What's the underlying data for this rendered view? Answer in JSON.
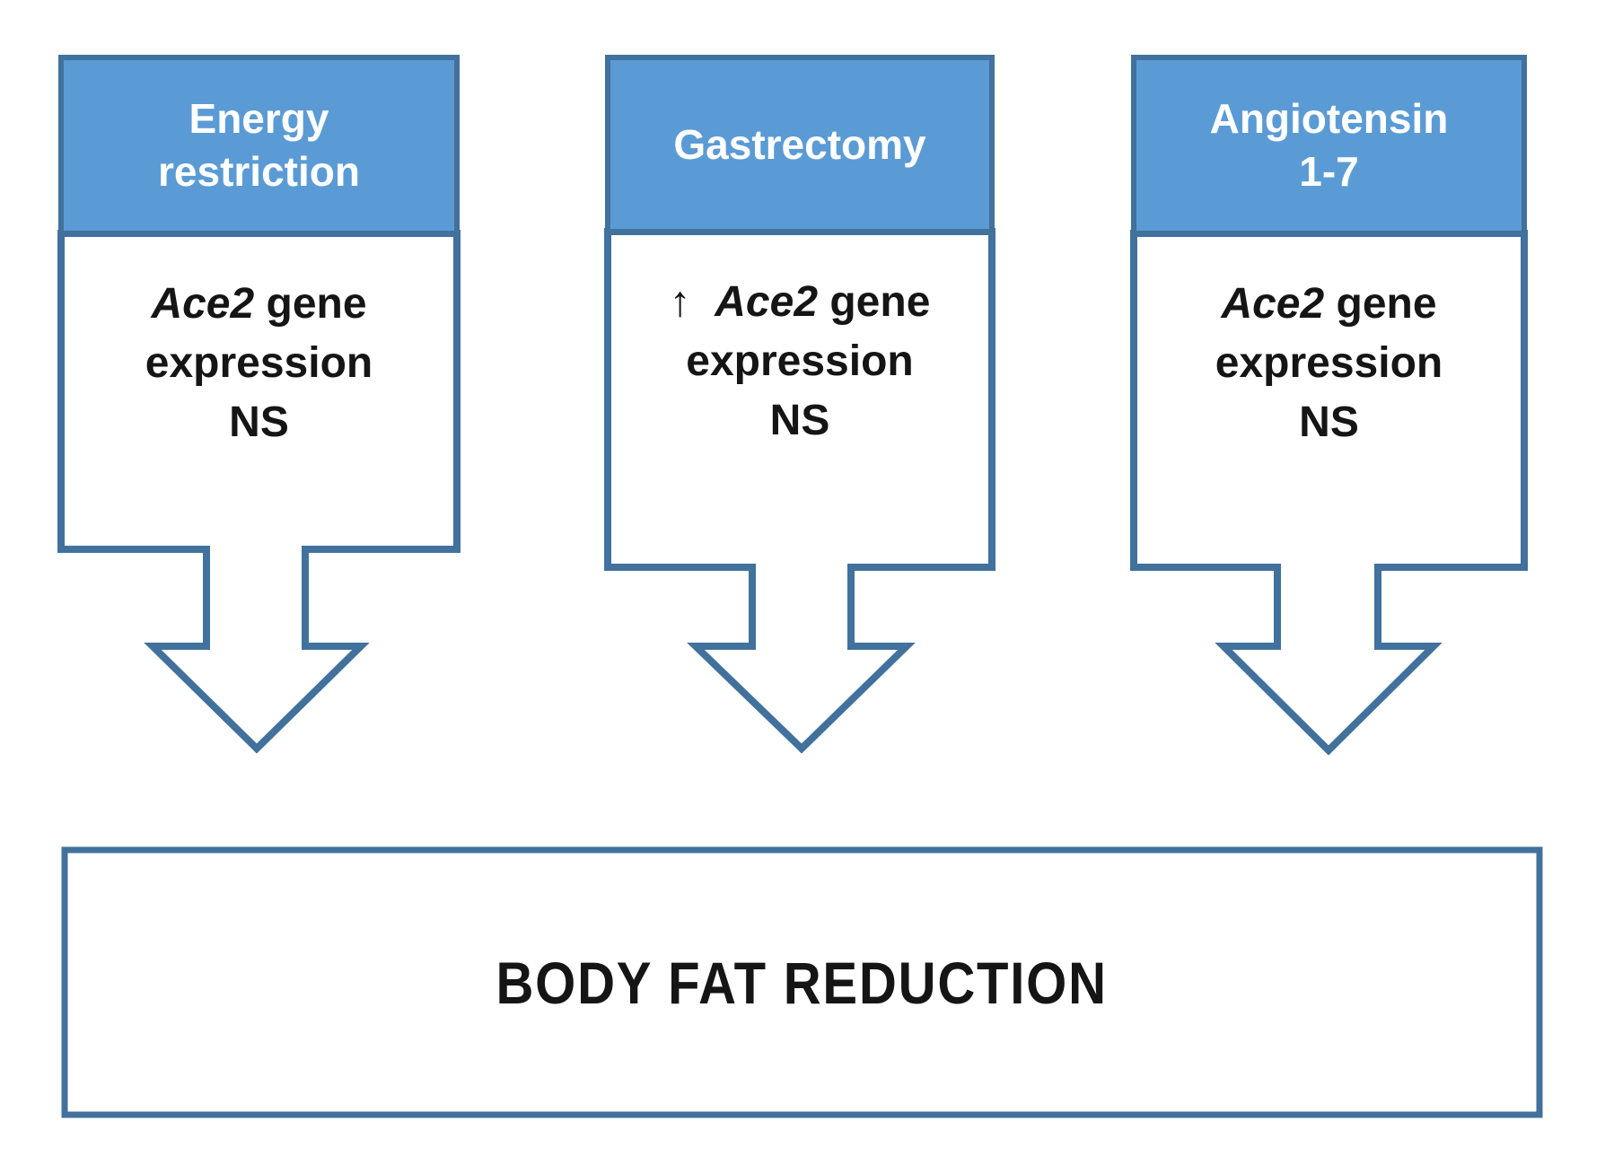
{
  "diagram": {
    "units": [
      {
        "id": "energy-restriction",
        "header": "Energy\nrestriction",
        "body": {
          "prefix": "",
          "gene": "Ace2",
          "line1_rest": " gene",
          "line2": "expression",
          "line3": "NS"
        }
      },
      {
        "id": "gastrectomy",
        "header": "Gastrectomy",
        "body": {
          "prefix": "↑  ",
          "gene": "Ace2",
          "line1_rest": " gene",
          "line2": "expression",
          "line3": "NS"
        }
      },
      {
        "id": "angiotensin-1-7",
        "header": "Angiotensin\n1-7",
        "body": {
          "prefix": "",
          "gene": "Ace2",
          "line1_rest": " gene",
          "line2": "expression",
          "line3": "NS"
        }
      }
    ],
    "result_label": "BODY FAT REDUCTION",
    "colors": {
      "header_fill": "#5b9bd5",
      "outline": "#41719c",
      "header_text": "#ffffff",
      "body_text": "#151515",
      "background": "#ffffff"
    }
  }
}
